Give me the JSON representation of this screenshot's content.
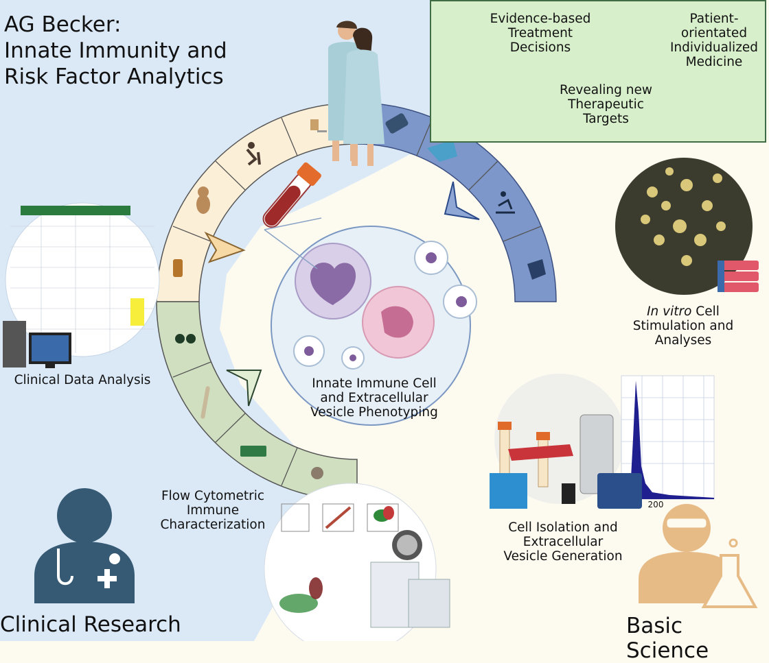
{
  "title": {
    "line1": "AG Becker:",
    "line2": "Innate Immunity and",
    "line3": "Risk Factor Analytics"
  },
  "outcomes": {
    "evidence": [
      "Evidence-based",
      "Treatment",
      "Decisions"
    ],
    "patient": [
      "Patient-",
      "orientated",
      "Individualized",
      "Medicine"
    ],
    "targets": [
      "Revealing new",
      "Therapeutic",
      "Targets"
    ]
  },
  "center": {
    "label": [
      "Innate Immune Cell",
      "and Extracellular",
      "Vesicle Phenotyping"
    ]
  },
  "clinical_data": {
    "label": "Clinical Data Analysis"
  },
  "flow": {
    "label": [
      "Flow Cytometric",
      "Immune",
      "Characterization"
    ]
  },
  "invitro": {
    "italic": "In vitro",
    "rest": " Cell",
    "line2": "Stimulation and",
    "line3": "Analyses"
  },
  "isolation": {
    "label": [
      "Cell Isolation and",
      "Extracellular",
      "Vesicle Generation"
    ],
    "axis_tick": "200"
  },
  "sections": {
    "clinical": "Clinical Research",
    "basic": "Basic Science"
  },
  "colors": {
    "clinical_bg": "#dbe9f7",
    "basic_bg": "#fdfaf0",
    "ring_beige": "#fcefd8",
    "ring_blue": "#7d97cb",
    "ring_green": "#cfdfbf",
    "outcome_box": "#d8efcb",
    "icon_slate": "#365a74",
    "icon_tan": "#e7bb86"
  }
}
